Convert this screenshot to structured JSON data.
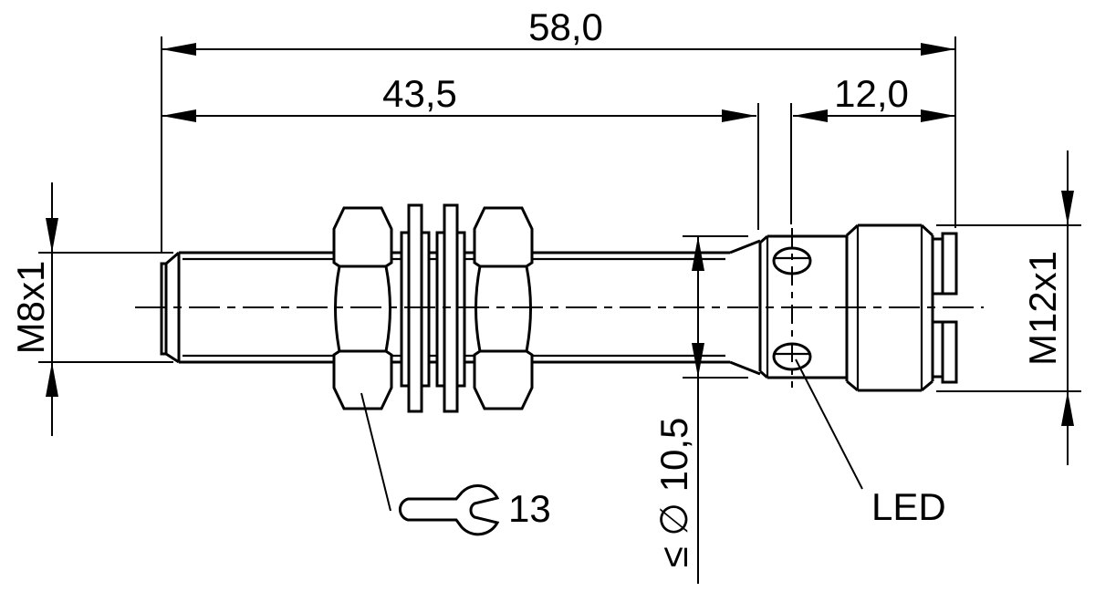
{
  "drawing": {
    "dimensions": {
      "total_length": "58,0",
      "body_length": "43,5",
      "connector_length": "12,0"
    },
    "labels": {
      "front_thread": "M8x1",
      "connector_thread": "M12x1",
      "max_diameter": "≤ ∅ 10,5",
      "wrench_size": "13",
      "led": "LED"
    },
    "colors": {
      "line": "#000000",
      "background": "#ffffff"
    }
  }
}
